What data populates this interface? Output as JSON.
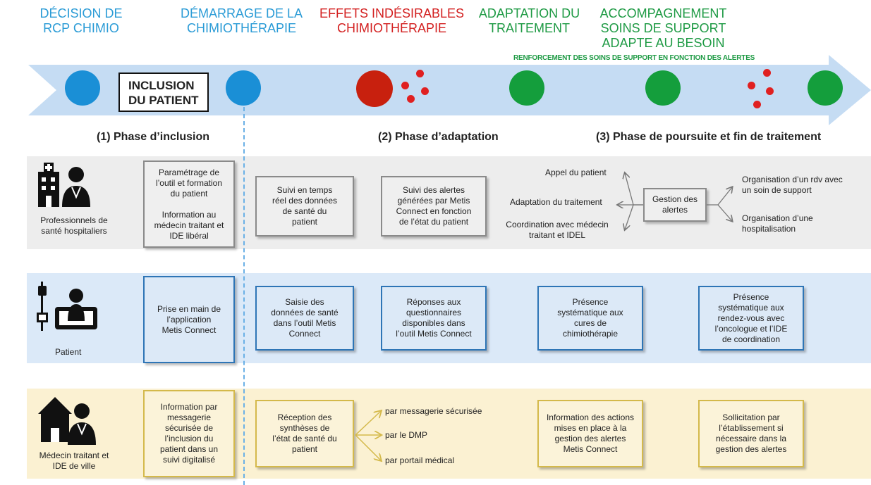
{
  "colors": {
    "blue": "#2a9bd6",
    "red": "#d31f1f",
    "green": "#1e9a44",
    "arrow": "#c5dcf3"
  },
  "headers": [
    {
      "text": "DÉCISION DE\nRCP CHIMIO",
      "color": "blue"
    },
    {
      "text": "DÉMARRAGE DE LA\nCHIMIOTHÉRAPIE",
      "color": "blue"
    },
    {
      "text": "EFFETS INDÉSIRABLES\nCHIMIOTHÉRAPIE",
      "color": "red"
    },
    {
      "text": "ADAPTATION DU\nTRAITEMENT",
      "color": "green"
    },
    {
      "text": "ACCOMPAGNEMENT\nSOINS DE SUPPORT\nADAPTE AU BESOIN",
      "color": "green"
    }
  ],
  "reinforcement": "RENFORCEMENT DES SOINS DE SUPPORT EN FONCTION DES ALERTES",
  "inclusion_box": "INCLUSION\nDU PATIENT",
  "phases": [
    "(1) Phase d’inclusion",
    "(2) Phase d’adaptation",
    "(3) Phase de poursuite et fin de traitement"
  ],
  "rows": {
    "professionals": {
      "label": "Professionnels de\nsanté hospitaliers",
      "inclusion": "Paramétrage de\nl’outil et formation\ndu patient\n\nInformation au\nmédecin traitant et\nIDE libéral",
      "box1": "Suivi en temps\nréel des données\nde santé du\npatient",
      "box2": "Suivi des alertes\ngénérées par Metis\nConnect en fonction\nde l’état du patient",
      "left_actions": [
        "Appel du patient",
        "Adaptation du traitement",
        "Coordination avec médecin\ntraitant et IDEL"
      ],
      "gestion": "Gestion des\nalertes",
      "right_actions": [
        "Organisation d’un rdv avec\nun soin de support",
        "Organisation d’une\nhospitalisation"
      ]
    },
    "patient": {
      "label": "Patient",
      "inclusion": "Prise en main de\nl’application\nMetis Connect",
      "box1": "Saisie des\ndonnées de santé\ndans l’outil Metis\nConnect",
      "box2": "Réponses aux\nquestionnaires\ndisponibles dans\nl’outil Metis Connect",
      "box3": "Présence\nsystématique aux\ncures de\nchimiothérapie",
      "box4": "Présence\nsystématique aux\nrendez-vous avec\nl’oncologue et l’IDE\nde coordination"
    },
    "medecin": {
      "label": "Médecin traitant et\nIDE de ville",
      "inclusion": "Information par\nmessagerie\nsécurisée de\nl’inclusion du\npatient dans un\nsuivi digitalisé",
      "box1": "Réception des\nsynthèses de\nl’état de santé du\npatient",
      "channels": [
        "par messagerie sécurisée",
        "par le DMP",
        "par portail médical"
      ],
      "box3": "Information des actions\nmises en place à la\ngestion des alertes\nMetis Connect",
      "box4": "Sollicitation par\nl’établissement si\nnécessaire dans la\ngestion des alertes"
    }
  }
}
